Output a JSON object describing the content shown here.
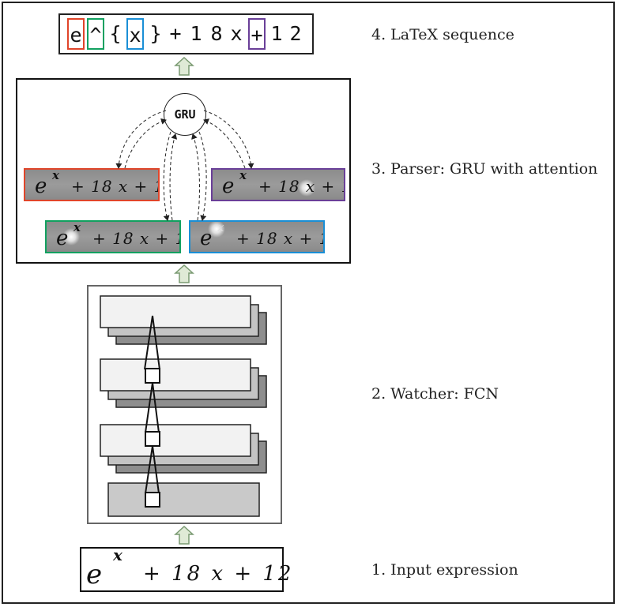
{
  "stages": {
    "latex": "4. LaTeX sequence",
    "parser": "3. Parser: GRU with attention",
    "watcher": "2. Watcher: FCN",
    "input": "1. Input expression"
  },
  "latex_tokens": [
    "e",
    "^",
    "{",
    "x",
    "}",
    "+",
    "1",
    "8",
    "x",
    "+",
    "1",
    "2"
  ],
  "highlight_colors": {
    "e": "#e0452a",
    "caret": "#12a160",
    "x": "#1a8fd6",
    "plus": "#6a3f98"
  },
  "gru_label": "GRU",
  "expression": {
    "base": "e",
    "exponent": "x",
    "rest": "+ 18 x + 12"
  },
  "colors": {
    "arrow_fill": "#dfead6",
    "arrow_stroke": "#7a9a72",
    "layer_light": "#f2f2f2",
    "layer_mid": "#c4c4c4",
    "layer_dark": "#8e8e8e",
    "layer_base": "#c9c9c9"
  }
}
